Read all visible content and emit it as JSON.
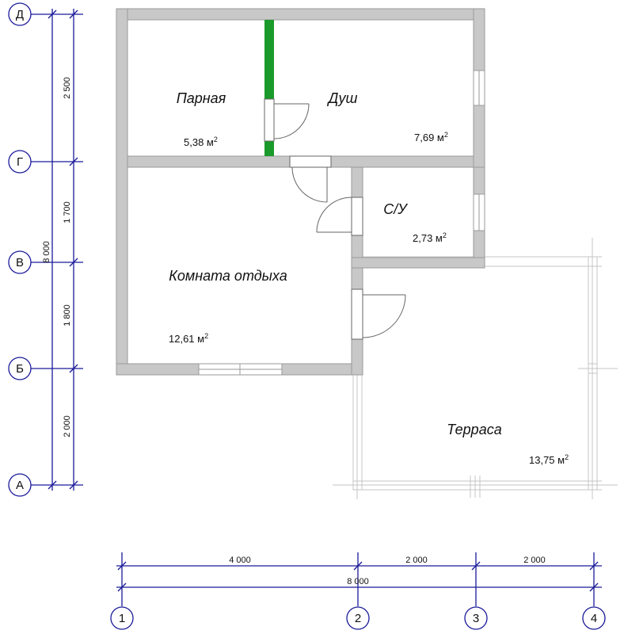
{
  "rooms": [
    {
      "name": "Парная",
      "area": "5,38 м",
      "sup": "2"
    },
    {
      "name": "Душ",
      "area": "7,69 м",
      "sup": "2"
    },
    {
      "name": "С/У",
      "area": "2,73 м",
      "sup": "2"
    },
    {
      "name": "Комната отдыха",
      "area": "12,61 м",
      "sup": "2"
    },
    {
      "name": "Терраса",
      "area": "13,75 м",
      "sup": "2"
    }
  ],
  "axes_rows": [
    "Д",
    "Г",
    "В",
    "Б",
    "А"
  ],
  "axes_cols": [
    "1",
    "2",
    "3",
    "4"
  ],
  "dims_vertical": [
    "2 500",
    "1 700",
    "1 800",
    "2 000"
  ],
  "dim_vertical_total": "8 000",
  "dims_horizontal": [
    "4 000",
    "2 000",
    "2 000"
  ],
  "dim_horizontal_total": "8 000",
  "colors": {
    "wall": "#c8c8c8",
    "wall_edge": "#9a9a9a",
    "partition": "#1a9a2a",
    "dimension": "#1a1a9a",
    "terrace": "#bdbdbd"
  }
}
